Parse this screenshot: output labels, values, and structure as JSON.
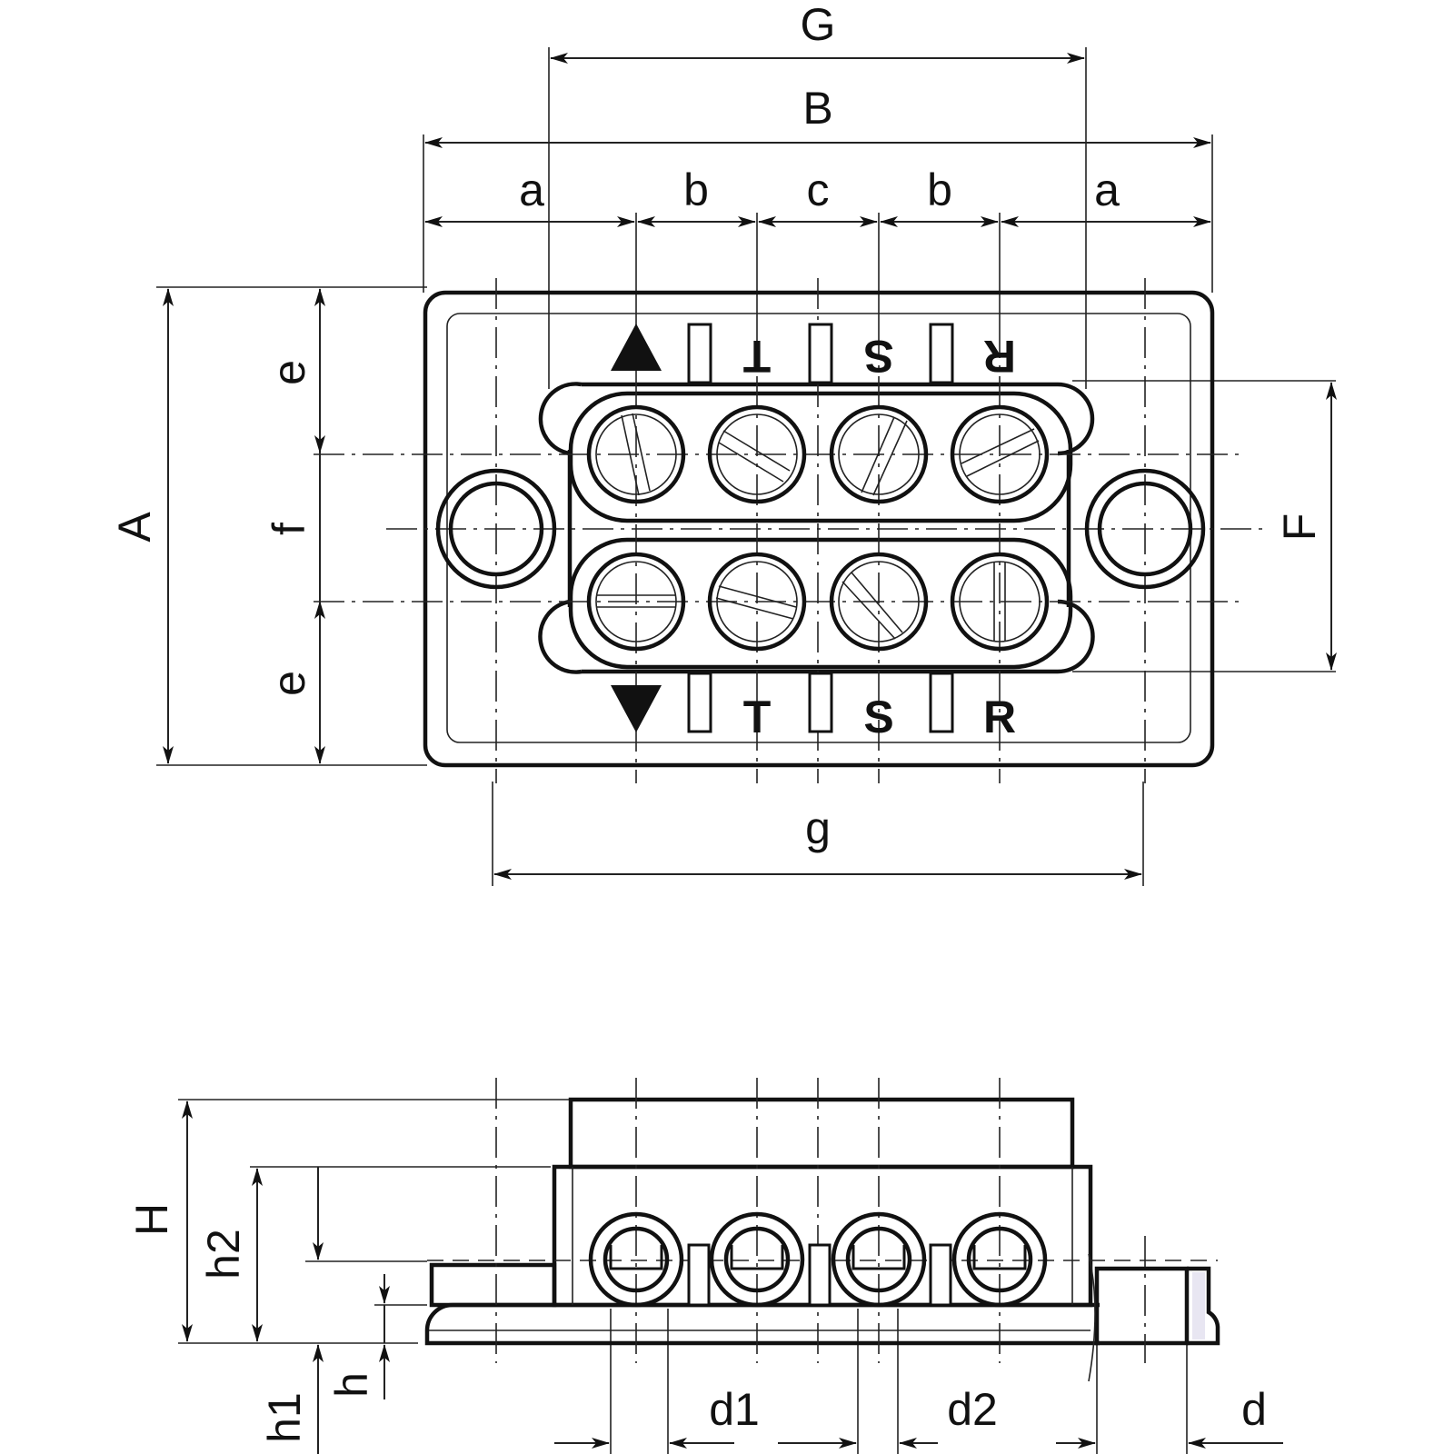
{
  "title": "Terminal block dimension drawing (top view and side view)",
  "top_view": {
    "dimensions": {
      "overall_length": "B",
      "inner_cover_length": "G",
      "end_margin_left": "a",
      "pitch_left": "b",
      "pitch_center": "c",
      "pitch_right": "b",
      "end_margin_right": "a",
      "overall_width": "A",
      "row_offset_top": "e",
      "row_spacing": "f",
      "row_offset_bottom": "e",
      "cover_width": "F",
      "mounting_hole_spacing": "g"
    },
    "phase_markings_top": [
      "T",
      "S",
      "R"
    ],
    "phase_markings_bottom": [
      "T",
      "S",
      "R"
    ],
    "terminals_per_row": 4,
    "rows": 2,
    "mounting_holes": 2
  },
  "side_view": {
    "dimensions": {
      "overall_height": "H",
      "terminal_axis_height": "h2",
      "axis_above_base": "h1",
      "base_thickness": "h",
      "cable_entry_1": "d1",
      "cable_entry_2": "d2",
      "mounting_hole_diameter": "d"
    }
  }
}
